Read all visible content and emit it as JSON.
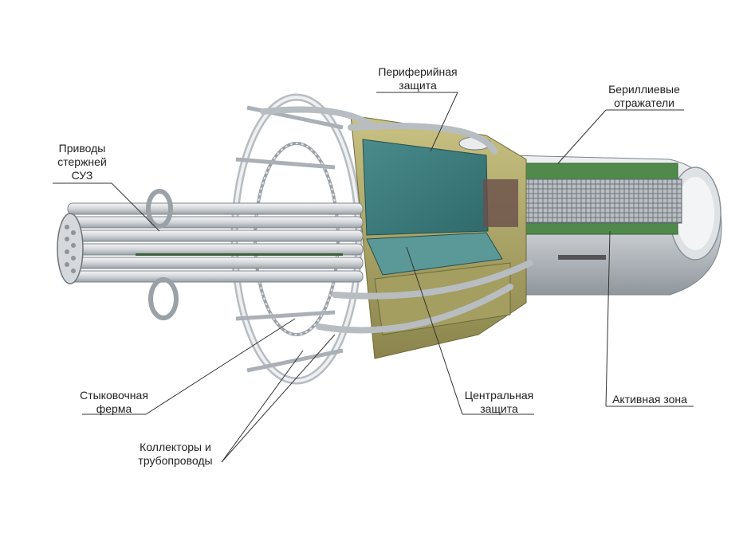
{
  "labels": {
    "control_drives": [
      "Приводы",
      "стержней",
      "СУЗ"
    ],
    "peripheral_shield": [
      "Периферийная",
      "защита"
    ],
    "beryllium_reflectors": [
      "Бериллиевые",
      "отражатели"
    ],
    "docking_truss": [
      "Стыковочная",
      "ферма"
    ],
    "central_shield": [
      "Центральная",
      "защита"
    ],
    "active_zone": [
      "Активная зона"
    ],
    "collectors_pipes": [
      "Коллекторы и",
      "трубопроводы"
    ]
  },
  "colors": {
    "metal_light": "#e6e8ea",
    "metal_mid": "#c4c8cc",
    "metal_dark": "#8e959c",
    "teal_shield": "#3f7f80",
    "teal_light": "#5b9898",
    "olive_shield": "#b3ac6e",
    "olive_dark": "#8f8a50",
    "green_reflector": "#4f8a4a",
    "leader_line": "#333333"
  }
}
